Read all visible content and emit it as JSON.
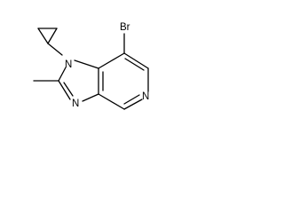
{
  "molecule": {
    "atoms": {
      "br": "Br",
      "n1": "N",
      "n3": "N",
      "n5": "N"
    },
    "colors": {
      "bond": "#000000",
      "text": "#000000",
      "background": "#ffffff"
    }
  }
}
